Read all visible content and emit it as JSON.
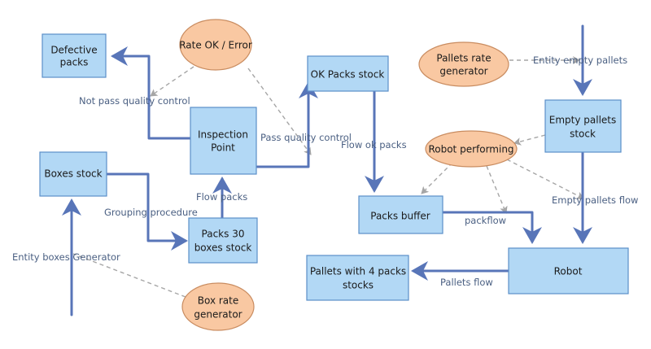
{
  "colors": {
    "box_fill": "#b2d8f5",
    "box_border": "#5b8fc9",
    "oval_fill": "#f9c8a2",
    "flow_arrow": "#5875b8",
    "info_arrow": "#a6a6a6",
    "label_text": "#4a5f82"
  },
  "nodes": {
    "defective_packs": [
      "Defective",
      "packs"
    ],
    "rate_ok_error": [
      "Rate OK / Error"
    ],
    "ok_packs_stock": [
      "OK Packs stock"
    ],
    "inspection_point": [
      "Inspection",
      "Point"
    ],
    "boxes_stock": [
      "Boxes stock"
    ],
    "packs_30": [
      "Packs 30",
      "boxes stock"
    ],
    "box_rate_generator": [
      "Box rate",
      "generator"
    ],
    "pallets_rate_generator": [
      "Pallets rate",
      "generator"
    ],
    "empty_pallets_stock": [
      "Empty pallets",
      "stock"
    ],
    "robot_performing": [
      "Robot performing"
    ],
    "packs_buffer": [
      "Packs buffer"
    ],
    "robot": [
      "Robot"
    ],
    "pallets_with_4_packs": [
      "Pallets with 4 packs",
      "stocks"
    ]
  },
  "labels": {
    "not_pass_quality": "Not pass quality control",
    "pass_quality": "Pass quality control",
    "flow_ok_packs": "Flow ok packs",
    "flow_packs": "Flow packs",
    "grouping_procedure": "Grouping procedure",
    "entity_boxes_generator": "Entity boxes Generator",
    "entity_empty_pallets": "Entity empty pallets",
    "empty_pallets_flow": "Empty pallets flow",
    "packflow": "packflow",
    "pallets_flow": "Pallets flow"
  }
}
